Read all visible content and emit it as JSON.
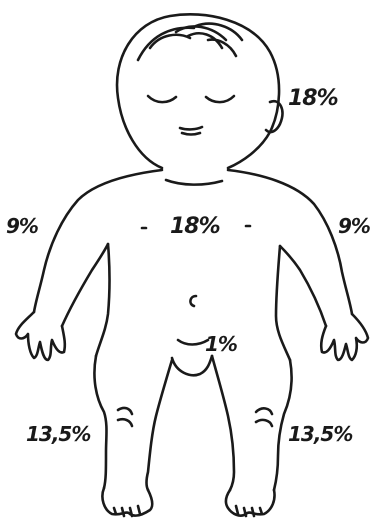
{
  "regions": {
    "head": {
      "percent": "18%"
    },
    "trunk": {
      "percent": "18%"
    },
    "left_arm": {
      "percent": "9%"
    },
    "right_arm": {
      "percent": "9%"
    },
    "genitals": {
      "percent": "1%"
    },
    "left_leg": {
      "percent": "13,5%"
    },
    "right_leg": {
      "percent": "13,5%"
    }
  },
  "colors": {
    "ink": "#1a1a1a",
    "background": "#ffffff"
  }
}
